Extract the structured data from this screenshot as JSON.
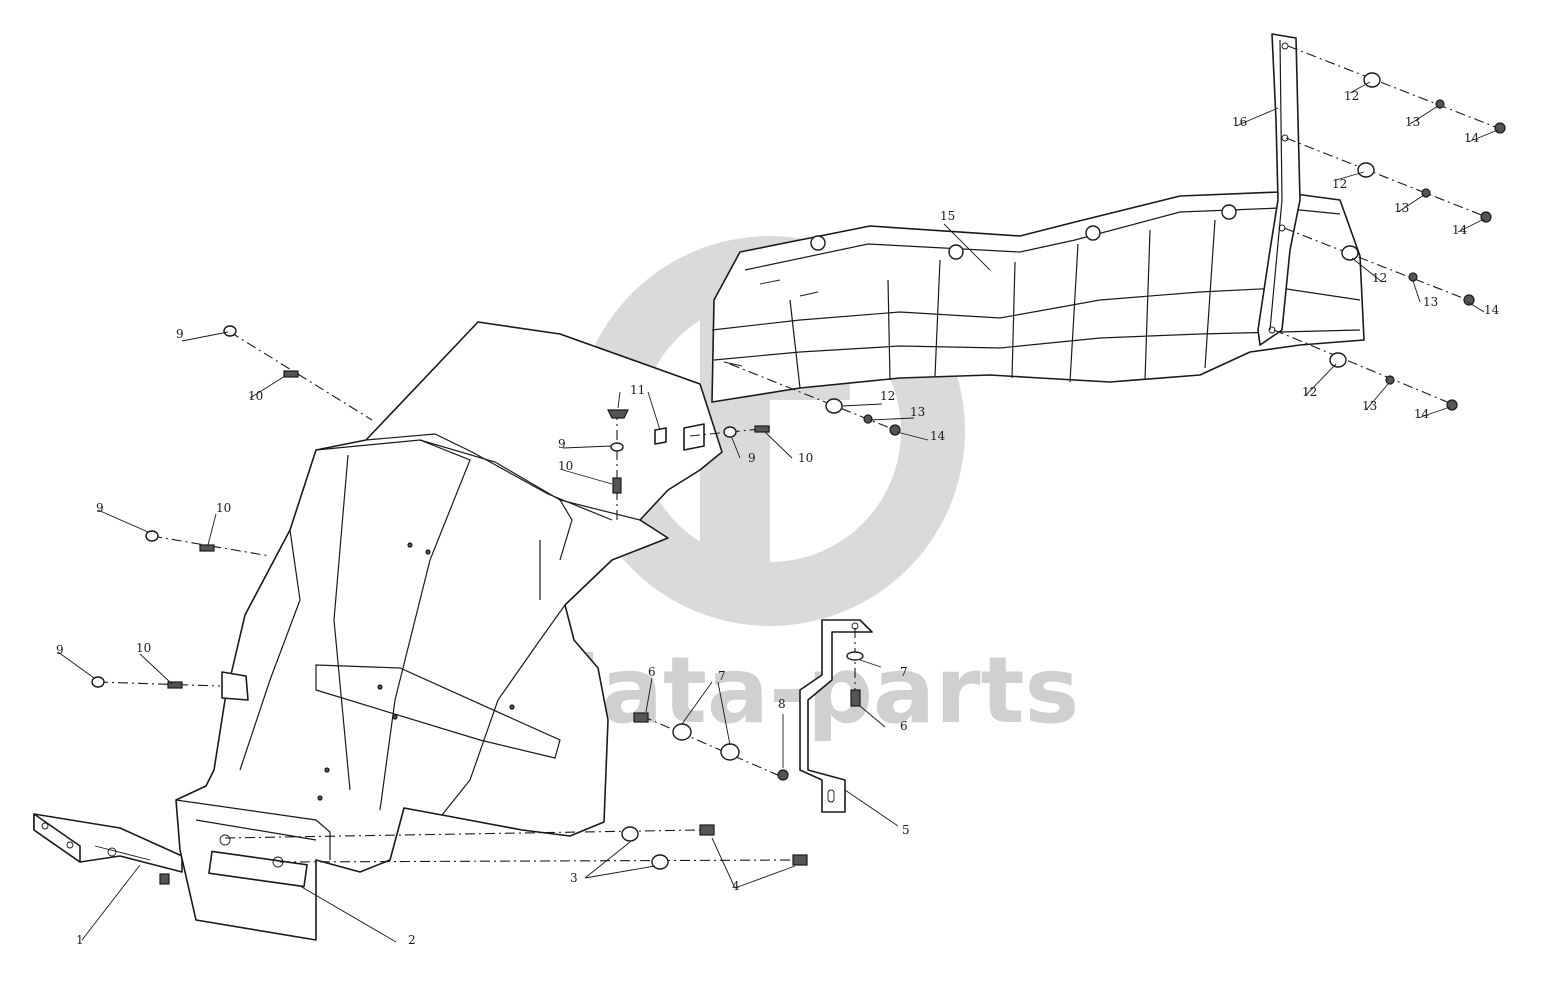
{
  "watermark": {
    "text": "data-parts",
    "color": "#d0d0d0"
  },
  "callouts": [
    {
      "id": "c1",
      "label": "1"
    },
    {
      "id": "c2",
      "label": "2"
    },
    {
      "id": "c3",
      "label": "3"
    },
    {
      "id": "c4",
      "label": "4"
    },
    {
      "id": "c5",
      "label": "5"
    },
    {
      "id": "c6a",
      "label": "6"
    },
    {
      "id": "c6b",
      "label": "6"
    },
    {
      "id": "c7a",
      "label": "7"
    },
    {
      "id": "c7b",
      "label": "7"
    },
    {
      "id": "c8",
      "label": "8"
    },
    {
      "id": "c9a",
      "label": "9"
    },
    {
      "id": "c9b",
      "label": "9"
    },
    {
      "id": "c9c",
      "label": "9"
    },
    {
      "id": "c9d",
      "label": "9"
    },
    {
      "id": "c9e",
      "label": "9"
    },
    {
      "id": "c10a",
      "label": "10"
    },
    {
      "id": "c10b",
      "label": "10"
    },
    {
      "id": "c10c",
      "label": "10"
    },
    {
      "id": "c10d",
      "label": "10"
    },
    {
      "id": "c10e",
      "label": "10"
    },
    {
      "id": "c11",
      "label": "11"
    },
    {
      "id": "c12a",
      "label": "12"
    },
    {
      "id": "c12b",
      "label": "12"
    },
    {
      "id": "c12c",
      "label": "12"
    },
    {
      "id": "c12d",
      "label": "12"
    },
    {
      "id": "c12e",
      "label": "12"
    },
    {
      "id": "c13a",
      "label": "13"
    },
    {
      "id": "c13b",
      "label": "13"
    },
    {
      "id": "c13c",
      "label": "13"
    },
    {
      "id": "c13d",
      "label": "13"
    },
    {
      "id": "c13e",
      "label": "13"
    },
    {
      "id": "c14a",
      "label": "14"
    },
    {
      "id": "c14b",
      "label": "14"
    },
    {
      "id": "c14c",
      "label": "14"
    },
    {
      "id": "c14d",
      "label": "14"
    },
    {
      "id": "c14e",
      "label": "14"
    },
    {
      "id": "c15",
      "label": "15"
    },
    {
      "id": "c16",
      "label": "16"
    }
  ]
}
